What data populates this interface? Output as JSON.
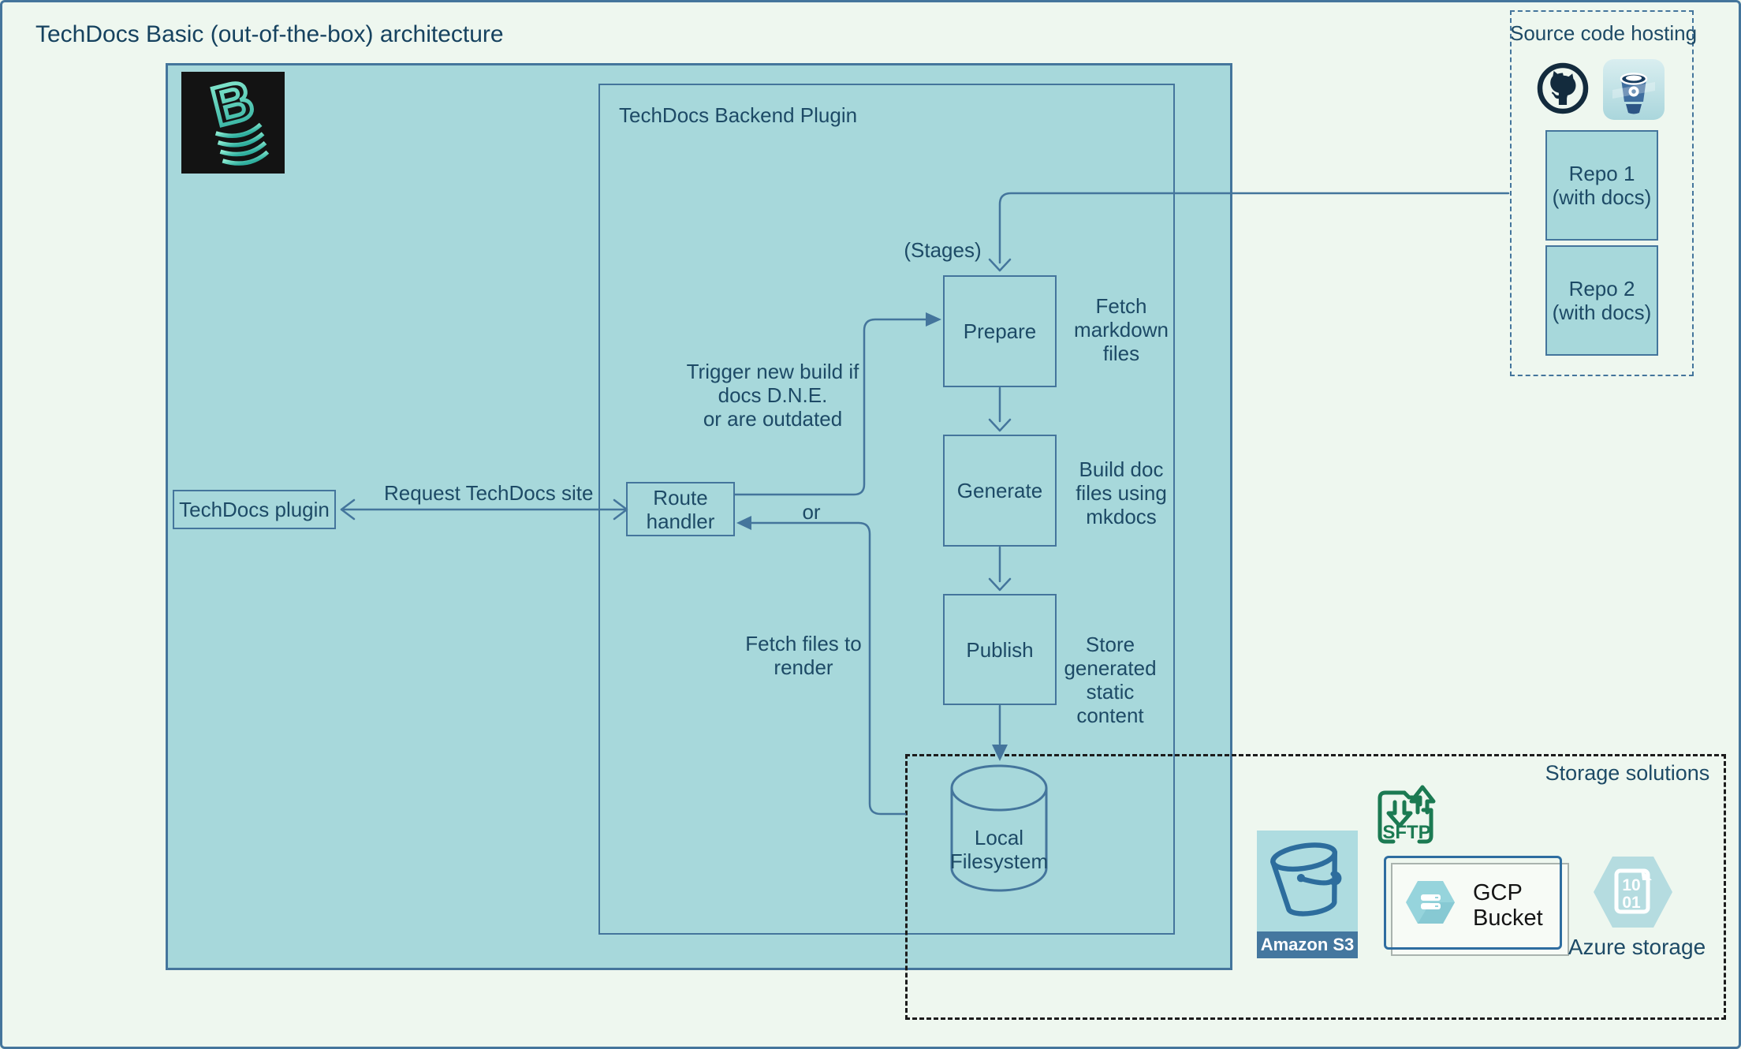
{
  "title": "TechDocs Basic (out-of-the-box) architecture",
  "colors": {
    "page_bg": "#eef7ef",
    "teal_fill": "#a7d8db",
    "line_steel": "#44759c",
    "text_navy": "#1d4a66",
    "storage_dash": "#1c1c1c",
    "sftp_green": "#1b7a52",
    "amazon_band_blue": "#44779f",
    "gcp_hex_teal": "#96d4dc",
    "azure_hex_teal": "#b5dce0",
    "github_navy": "#132b3d",
    "bitbucket_blue": "#3f6e9f",
    "backstage_teal": "#6fe3c6",
    "logo_black": "#131313"
  },
  "logo": {
    "name": "backstage-logo",
    "letter": "B"
  },
  "backend": {
    "label": "TechDocs Backend Plugin",
    "stages_label": "(Stages)"
  },
  "nodes": {
    "techdocs_plugin": "TechDocs plugin",
    "route_handler": "Route\nhandler",
    "prepare": "Prepare",
    "generate": "Generate",
    "publish": "Publish",
    "local_filesystem": "Local\nFilesystem"
  },
  "edge_labels": {
    "request": "Request TechDocs site",
    "trigger": "Trigger new build if\ndocs D.N.E.\nor are outdated",
    "or": "or",
    "fetch_files": "Fetch files to\nrender",
    "fetch_markdown": "Fetch\nmarkdown\nfiles",
    "build_docs": "Build doc\nfiles using\nmkdocs",
    "store_content": "Store\ngenerated\nstatic\ncontent"
  },
  "source_hosting": {
    "label": "Source code hosting",
    "icons": [
      "github-icon",
      "bitbucket-icon"
    ],
    "repos": [
      {
        "label": "Repo 1\n(with docs)"
      },
      {
        "label": "Repo 2\n(with docs)"
      }
    ]
  },
  "storage": {
    "label": "Storage solutions",
    "amazon_s3_label": "Amazon S3",
    "sftp_label": "SFTP",
    "gcp_label": "GCP\nBucket",
    "azure_label": "Azure storage",
    "azure_doc_line1": "10",
    "azure_doc_line2": "01"
  }
}
